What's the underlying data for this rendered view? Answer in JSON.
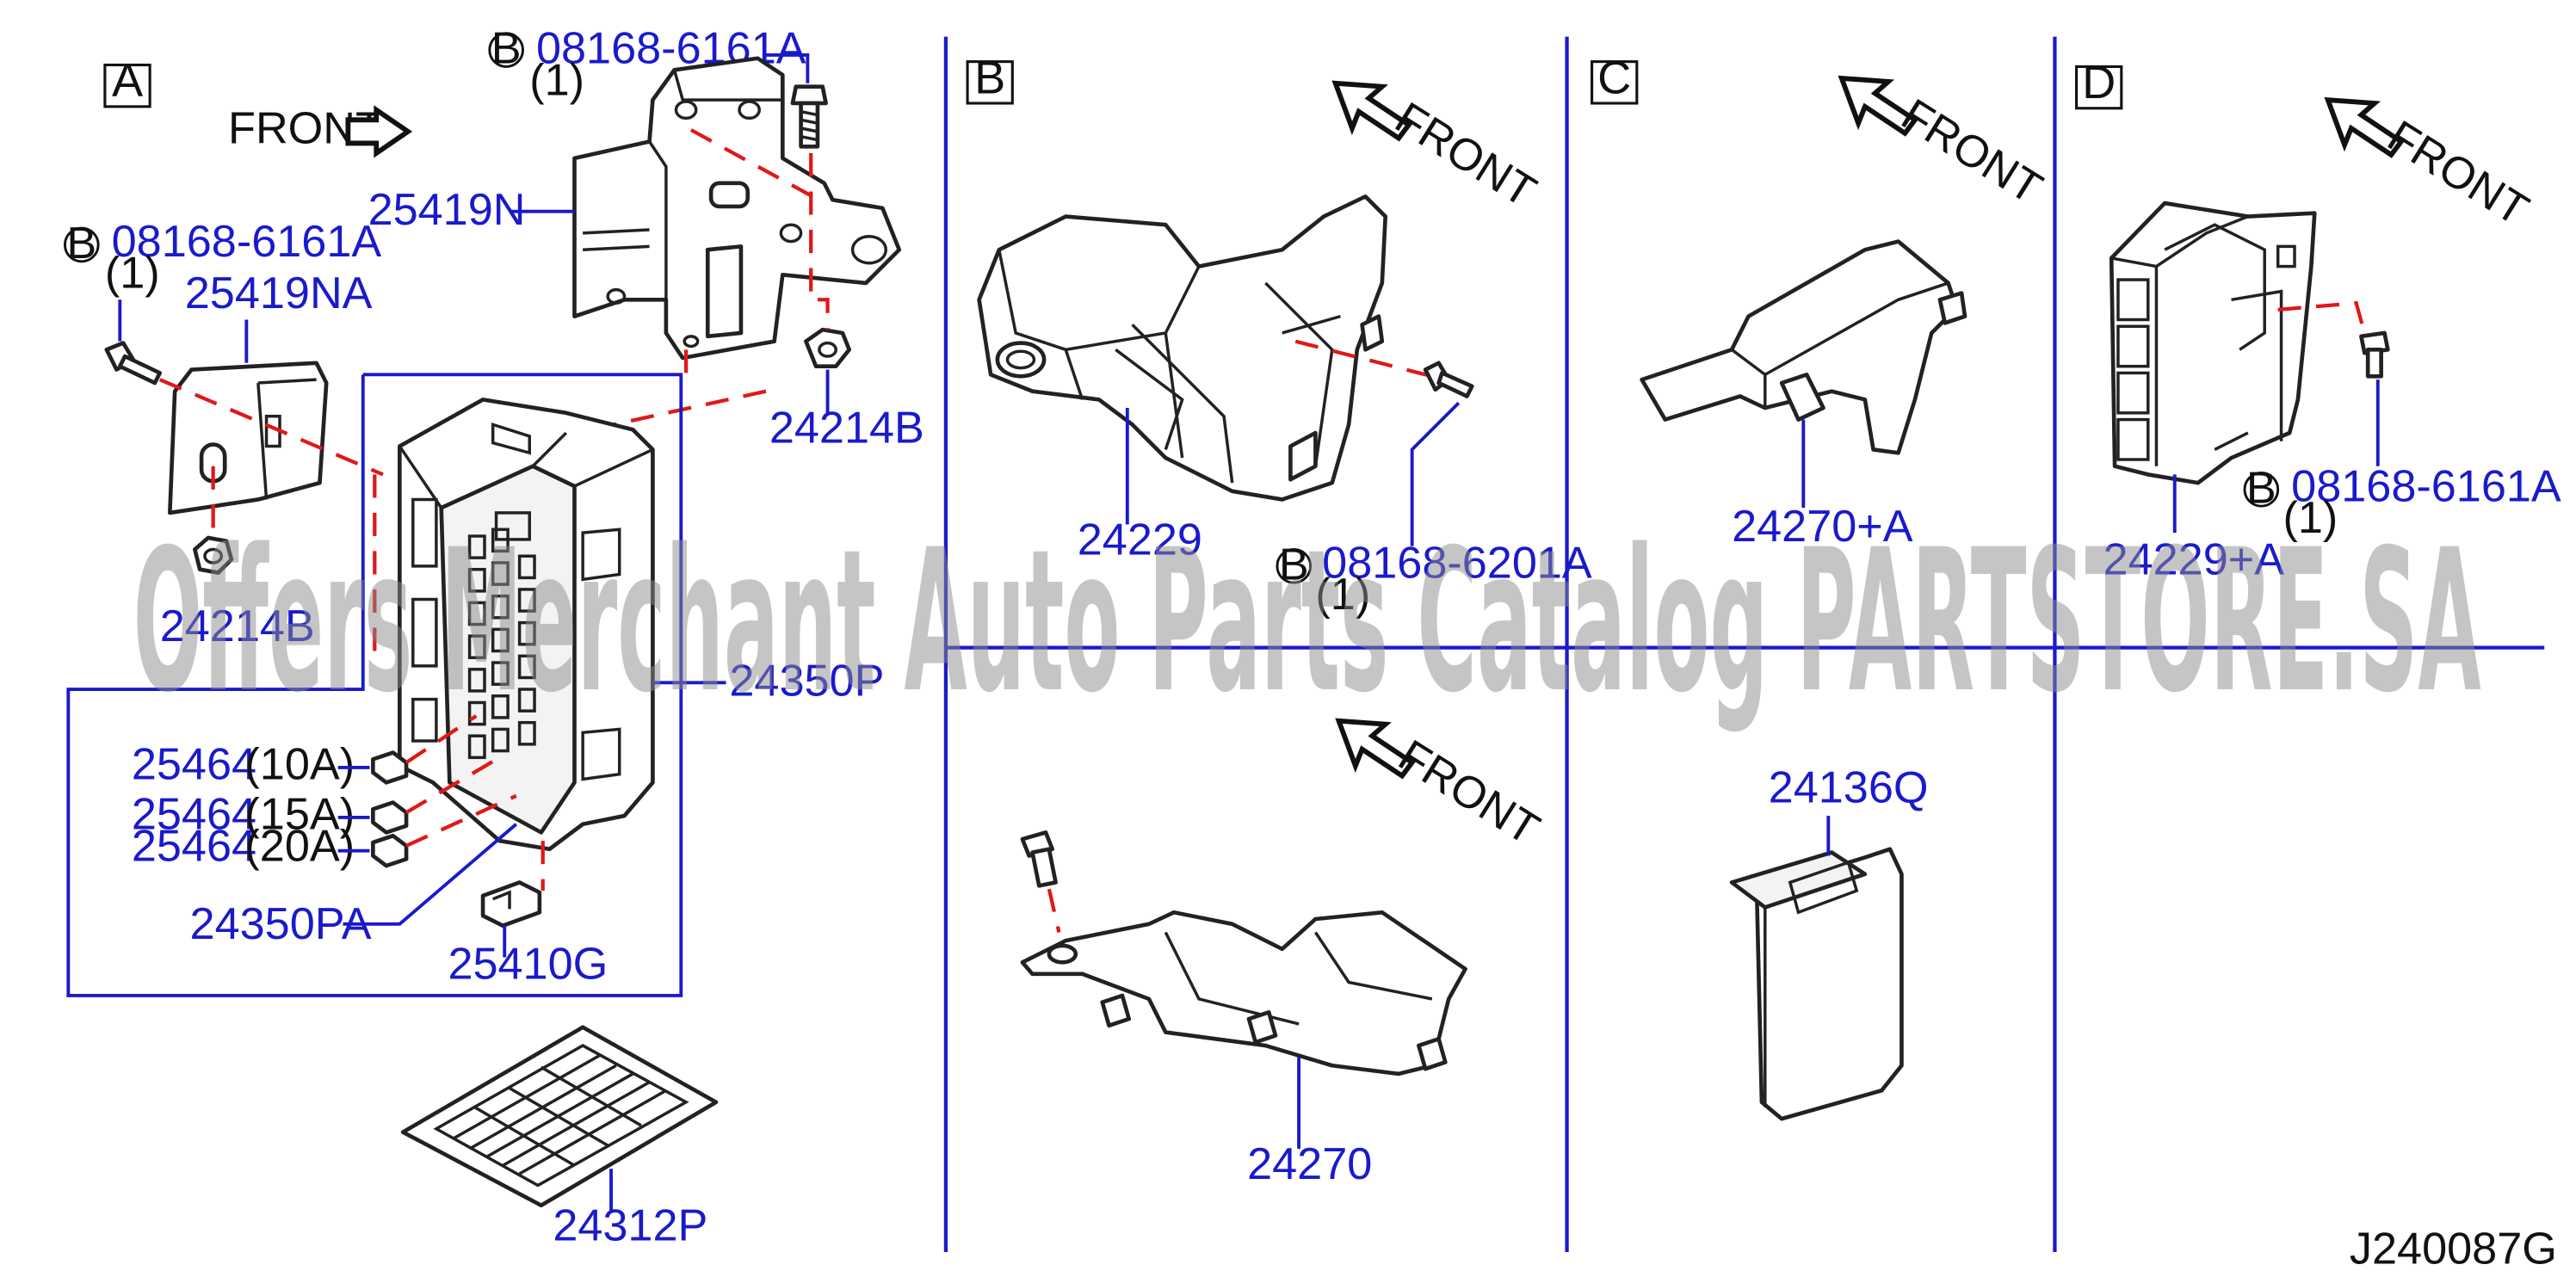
{
  "sections": {
    "a": "A",
    "b": "B",
    "c": "C",
    "d": "D"
  },
  "front_label": "FRONT",
  "callout_letter": "B",
  "section_a": {
    "bolt_top_part": "08168-6161A",
    "bolt_top_qty": "(1)",
    "bolt_left_part": "08168-6161A",
    "bolt_left_qty": "(1)",
    "bracket_upper": "25419N",
    "bracket_cover": "25419NA",
    "nut_right": "24214B",
    "nut_left": "24214B",
    "fuse_block": "24350P",
    "fuse_1_part": "25464",
    "fuse_1_rating": "(10A)",
    "fuse_2_part": "25464",
    "fuse_2_rating": "(15A)",
    "fuse_3_part": "25464",
    "fuse_3_rating": "(20A)",
    "fuse_puller": "24350PA",
    "relay": "25410G",
    "label_sheet": "24312P"
  },
  "section_b": {
    "bracket": "24229",
    "bolt_part": "08168-6201A",
    "bolt_qty": "(1)",
    "harness_protector": "24270"
  },
  "section_c": {
    "protector": "24270+A",
    "cover": "24136Q"
  },
  "section_d": {
    "bracket": "24229+A",
    "bolt_part": "08168-6161A",
    "bolt_qty": "(1)"
  },
  "diagram_code": "J240087G",
  "watermark": "Offers Merchant Auto Parts Catalog PARTSTORE.SA",
  "colors": {
    "label_blue": "#1a1acc",
    "divider_blue": "#1a1acc",
    "dashed_red": "#e01818",
    "line_black": "#222222"
  }
}
